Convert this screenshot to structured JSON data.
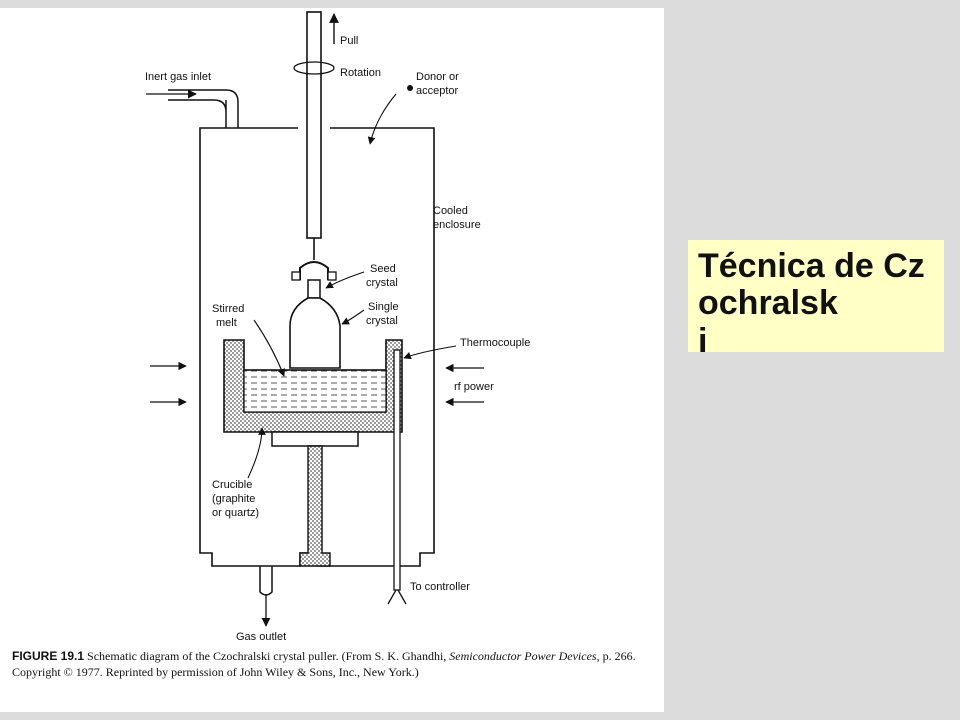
{
  "title_box": {
    "text": "Técnica de Czochralsk\ni"
  },
  "diagram_labels": {
    "pull": "Pull",
    "rotation": "Rotation",
    "inert_gas_inlet": "Inert gas inlet",
    "donor_line1": "Donor or",
    "donor_line2": "acceptor",
    "cooled_line1": "Cooled",
    "cooled_line2": "enclosure",
    "seed_line1": "Seed",
    "seed_line2": "crystal",
    "single_line1": "Single",
    "single_line2": "crystal",
    "stirred_line1": "Stirred",
    "stirred_line2": "melt",
    "thermocouple": "Thermocouple",
    "rf_power": "rf power",
    "crucible_line1": "Crucible",
    "crucible_line2": "(graphite",
    "crucible_line3": "or quartz)",
    "to_controller": "To controller",
    "gas_outlet": "Gas outlet"
  },
  "caption": {
    "figure_label": "FIGURE 19.1",
    "part1": " Schematic diagram of the Czochralski crystal puller. (From S. K. Ghandhi, ",
    "italic": "Semiconductor Power Devices",
    "part2": ", p. 266. Copyright © 1977. Reprinted by permission of John Wiley & Sons, Inc., New York.)"
  }
}
